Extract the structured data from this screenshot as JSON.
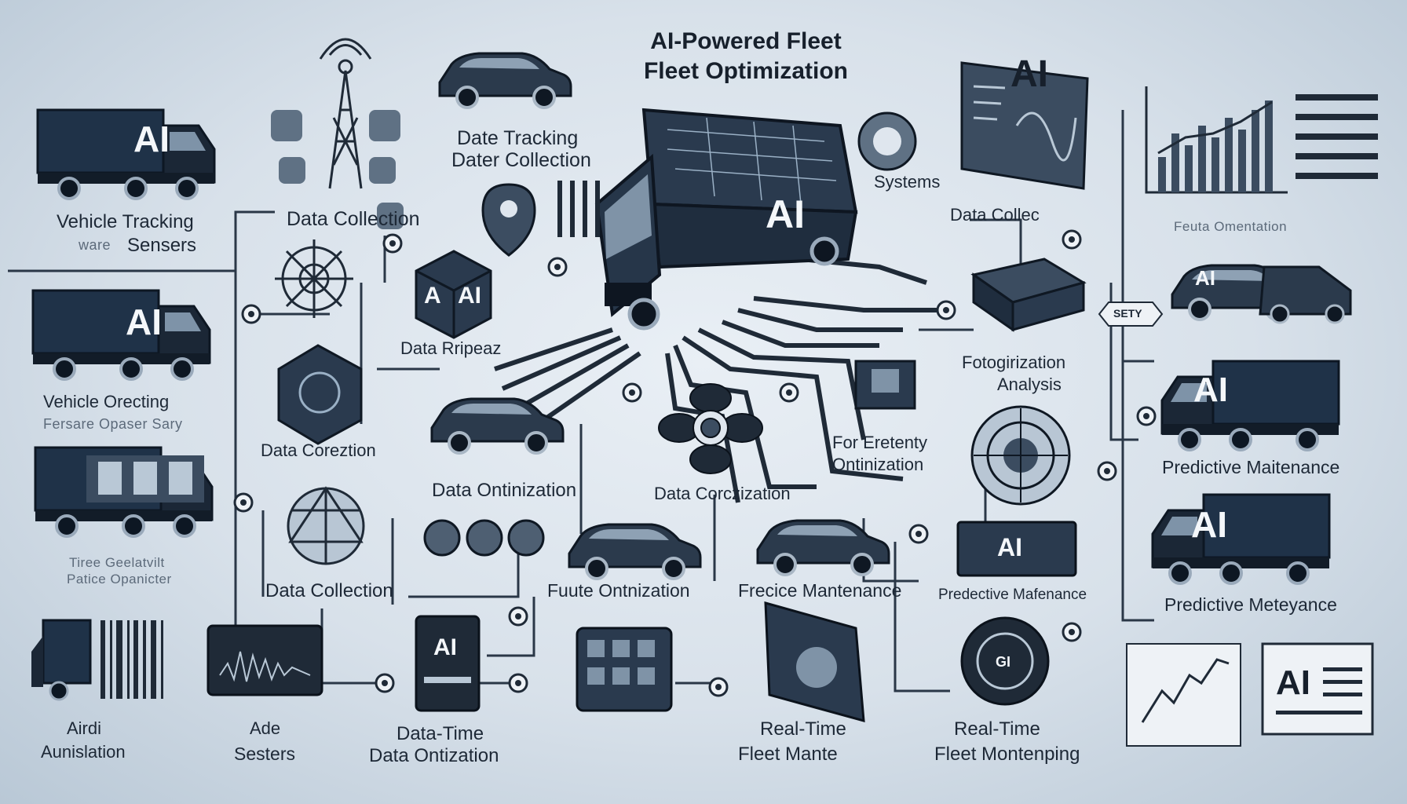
{
  "title": {
    "line1": "AI-Powered Fleet",
    "line2": "Fleet Optimization"
  },
  "badges": {
    "ai": "AI",
    "ai_alt": "A",
    "gi": "GI",
    "sety": "SETY"
  },
  "labels": {
    "vehicle_tracking": "Vehicle Tracking",
    "sensors_1": "Sensers",
    "data_collection_1": "Data Collection",
    "date_tracking": "Date Tracking",
    "dater_collection": "Dater Collection",
    "systems": "Systems",
    "data_collec": "Data Collec",
    "vehicle_orecting": "Vehicle Orecting",
    "data_rripeaz": "Data Rripeaz",
    "data_corezion": "Data Coreztion",
    "data_ontinization": "Data Ontinization",
    "data_corczization": "Data Corczization",
    "for_eretenty": "For Eretenty",
    "ontinization": "Ontinization",
    "fotogization": "Fotogirization",
    "analysis": "Analysis",
    "predictive_maintenance_1": "Predictive Maitenance",
    "predictive_maintenance_2": "Predictive Meteyance",
    "data_collection_2": "Data Collection",
    "route_optimization": "Fuute Ontnization",
    "precise_maintenance": "Frecice Mantenance",
    "predictive_maintenance_3": "Predective Mafenance",
    "airdi": "Airdi",
    "automation": "Aunislation",
    "ade": "Ade",
    "sensors_2": "Sesters",
    "data_time": "Data-Time",
    "data_ontization": "Data Ontization",
    "real_time_1": "Real-Time",
    "fleet_mante": "Fleet Mante",
    "real_time_2": "Real-Time",
    "fleet_monitoring": "Fleet Montenping",
    "feuta_omentation": "Feuta Omentation"
  },
  "blurred_captions": {
    "tracking_sub": "ware",
    "orecting_sub": "Fersare Opaser Sary",
    "truck3_sub": "Tiree Geelatvilt",
    "truck3_sub2": "Patice Opanicter"
  },
  "colors": {
    "navy": "#26394f",
    "dark": "#1f2a37",
    "line": "#2a3747",
    "bg": "#dfe6ee",
    "screen": "#3b4c60"
  },
  "icons": [
    "truck-icon",
    "car-icon",
    "radio-tower-icon",
    "map-pin-icon",
    "cube-icon",
    "hexagon-chip-icon",
    "globe-network-icon",
    "gear-icon",
    "bar-chart-icon",
    "line-chart-icon",
    "dashboard-screen-icon",
    "processor-chip-icon",
    "radar-dial-icon",
    "tablet-icon",
    "document-icon",
    "barcode-icon"
  ]
}
